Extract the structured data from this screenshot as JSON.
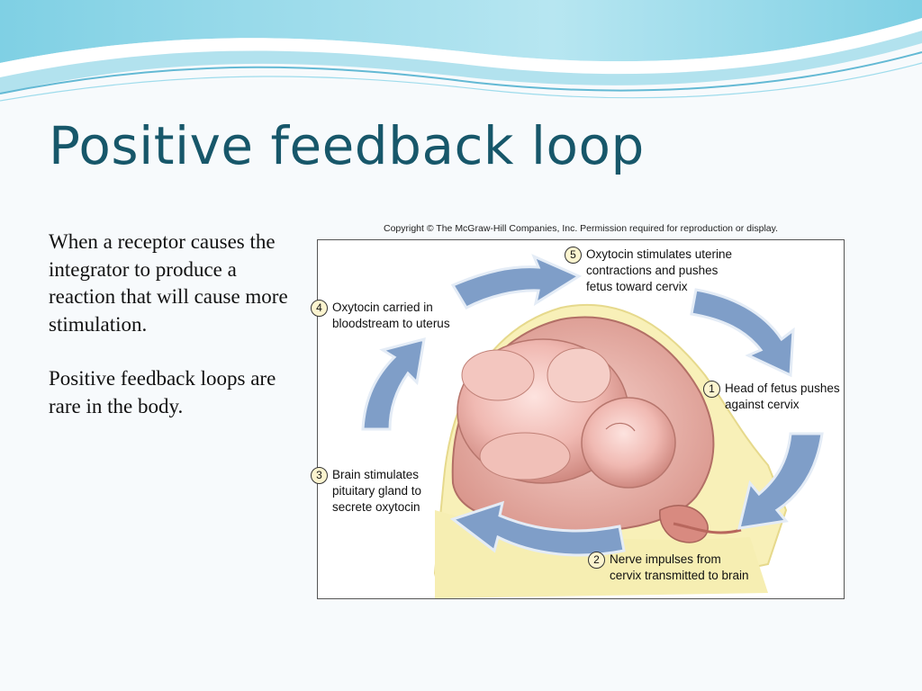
{
  "slide": {
    "title": "Positive feedback loop",
    "paragraphs": [
      "When a receptor causes the integrator to produce a reaction that will cause more stimulation.",
      "Positive feedback loops are rare in the body."
    ]
  },
  "figure": {
    "copyright": "Copyright © The McGraw-Hill Companies, Inc. Permission required for reproduction or display.",
    "steps": [
      {
        "number": "1",
        "lines": [
          "Head of fetus pushes",
          "against cervix"
        ]
      },
      {
        "number": "2",
        "lines": [
          "Nerve impulses from",
          "cervix transmitted to brain"
        ]
      },
      {
        "number": "3",
        "lines": [
          "Brain stimulates",
          "pituitary gland to",
          "secrete oxytocin"
        ]
      },
      {
        "number": "4",
        "lines": [
          "Oxytocin carried in",
          "bloodstream to uterus"
        ]
      },
      {
        "number": "5",
        "lines": [
          "Oxytocin stimulates uterine",
          "contractions and pushes",
          "fetus toward cervix"
        ]
      }
    ]
  },
  "colors": {
    "title": "#17576a",
    "arrow": "#7f9ec8",
    "arrow_edge": "#e4ecf6",
    "wave": "#8fd3e6"
  }
}
